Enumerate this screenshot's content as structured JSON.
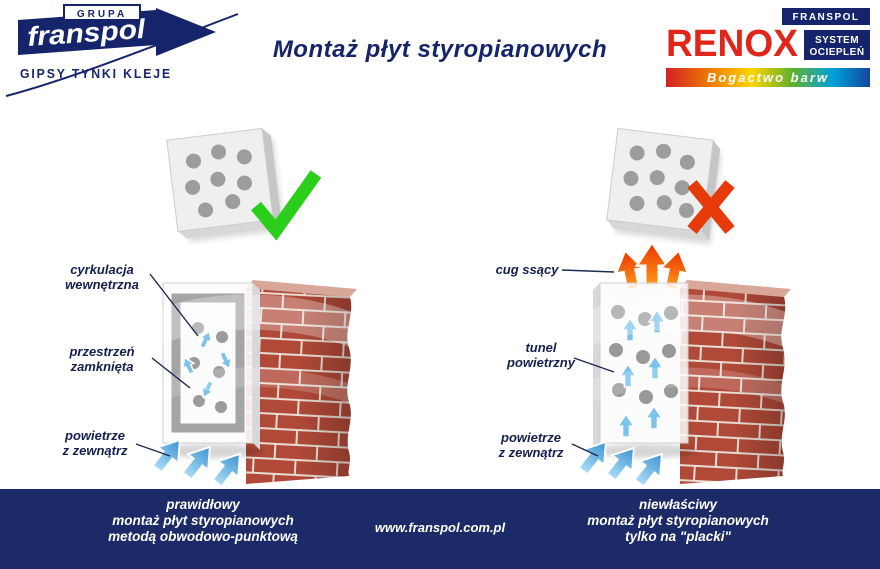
{
  "header": {
    "title": "Montaż płyt styropianowych",
    "franspol": {
      "grupa": "GRUPA",
      "brand": "franspol",
      "tagline": "GIPSY TYNKI KLEJE"
    },
    "renox": {
      "brand": "RENOX",
      "flag": "FRANSPOL",
      "system_line1": "SYSTEM",
      "system_line2": "OCIEPLEŃ",
      "tagline": "Bogactwo barw"
    }
  },
  "left": {
    "label_circulation": "cyrkulacja\nwewnętrzna",
    "label_space": "przestrzeń\nzamknięta",
    "label_air": "powietrze\nz zewnątrz",
    "caption": "prawidłowy\nmontaż płyt styropianowych\nmetodą obwodowo-punktową"
  },
  "right": {
    "label_draft": "cug ssący",
    "label_tunnel": "tunel\npowietrzny",
    "label_air": "powietrze\nz zewnątrz",
    "caption": "niewłaściwy\nmontaż płyt styropianowych\ntylko na \"placki\""
  },
  "footer": {
    "url": "www.franspol.com.pl"
  },
  "colors": {
    "navy": "#16256b",
    "brick": "#b04938",
    "blue_arrow": "#3c92d2",
    "red_arrow": "#ea3400",
    "green_check": "#2bcf1b",
    "renox_red": "#e1251b"
  }
}
